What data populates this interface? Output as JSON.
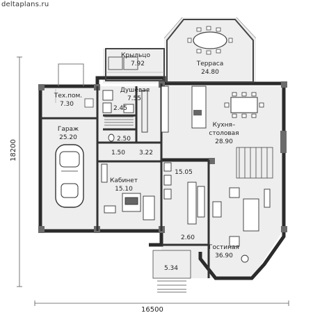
{
  "site": "deltaplans.ru",
  "dimensions": {
    "width": "16500",
    "height": "18200"
  },
  "rooms": [
    {
      "id": "porch",
      "name": "Крыльцо",
      "area": "7.92"
    },
    {
      "id": "terrace",
      "name": "Терраса",
      "area": "24.80"
    },
    {
      "id": "tech",
      "name": "Тех.пом.",
      "area": "7.30"
    },
    {
      "id": "shower",
      "name": "Душевая",
      "area": "7.55"
    },
    {
      "id": "wc",
      "name": "",
      "area": "2.50"
    },
    {
      "id": "stairs_small",
      "name": "",
      "area": "2.45"
    },
    {
      "id": "kitchen_line1",
      "name": "Кухня–",
      "area": ""
    },
    {
      "id": "kitchen_line2",
      "name": "столовая",
      "area": "28.90"
    },
    {
      "id": "garage",
      "name": "Гараж",
      "area": "25.20"
    },
    {
      "id": "closet",
      "name": "",
      "area": "1.50"
    },
    {
      "id": "corridor_small",
      "name": "",
      "area": "3.22"
    },
    {
      "id": "office",
      "name": "Кабинет",
      "area": "15.10"
    },
    {
      "id": "hall",
      "name": "",
      "area": "15.05"
    },
    {
      "id": "vestibule",
      "name": "",
      "area": "2.60"
    },
    {
      "id": "living",
      "name": "Гостиная",
      "area": "36.90"
    },
    {
      "id": "entry",
      "name": "",
      "area": "5.34"
    }
  ]
}
